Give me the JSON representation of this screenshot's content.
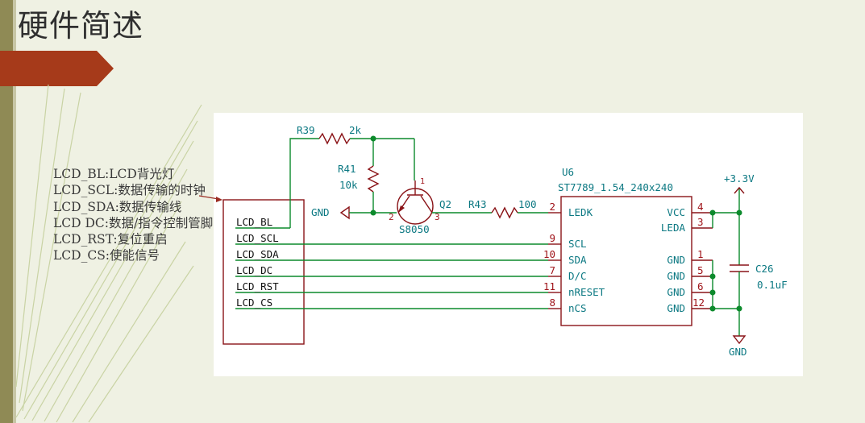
{
  "slide": {
    "title": "硬件简述",
    "notes": [
      "LCD_BL:LCD背光灯",
      "LCD_SCL:数据传输的时钟",
      "LCD_SDA:数据传输线",
      "LCD DC:数据/指令控制管脚",
      "LCD_RST:复位重启",
      "LCD_CS:使能信号"
    ]
  },
  "schematic": {
    "connector_labels": [
      "LCD_BL",
      "LCD_SCL",
      "LCD_SDA",
      "LCD_DC",
      "LCD_RST",
      "LCD_CS"
    ],
    "r39": {
      "ref": "R39",
      "value": "2k"
    },
    "r41": {
      "ref": "R41",
      "value": "10k"
    },
    "q2": {
      "ref": "Q2",
      "part": "S8050",
      "pins": [
        "1",
        "2",
        "3"
      ]
    },
    "r43": {
      "ref": "R43",
      "value": "100"
    },
    "gnd_left": "GND",
    "u6": {
      "ref": "U6",
      "part": "ST7789_1.54_240x240",
      "left_pins": [
        {
          "num": "2",
          "name": "LEDK"
        },
        {
          "num": "9",
          "name": "SCL"
        },
        {
          "num": "10",
          "name": "SDA"
        },
        {
          "num": "7",
          "name": "D/C"
        },
        {
          "num": "11",
          "name": "nRESET"
        },
        {
          "num": "8",
          "name": "nCS"
        }
      ],
      "right_pins": [
        {
          "num": "4",
          "name": "VCC"
        },
        {
          "num": "3",
          "name": "LEDA"
        },
        {
          "num": "1",
          "name": "GND"
        },
        {
          "num": "5",
          "name": "GND"
        },
        {
          "num": "6",
          "name": "GND"
        },
        {
          "num": "12",
          "name": "GND"
        }
      ]
    },
    "power": "+3.3V",
    "c26": {
      "ref": "C26",
      "value": "0.1uF"
    },
    "gnd_right": "GND"
  }
}
